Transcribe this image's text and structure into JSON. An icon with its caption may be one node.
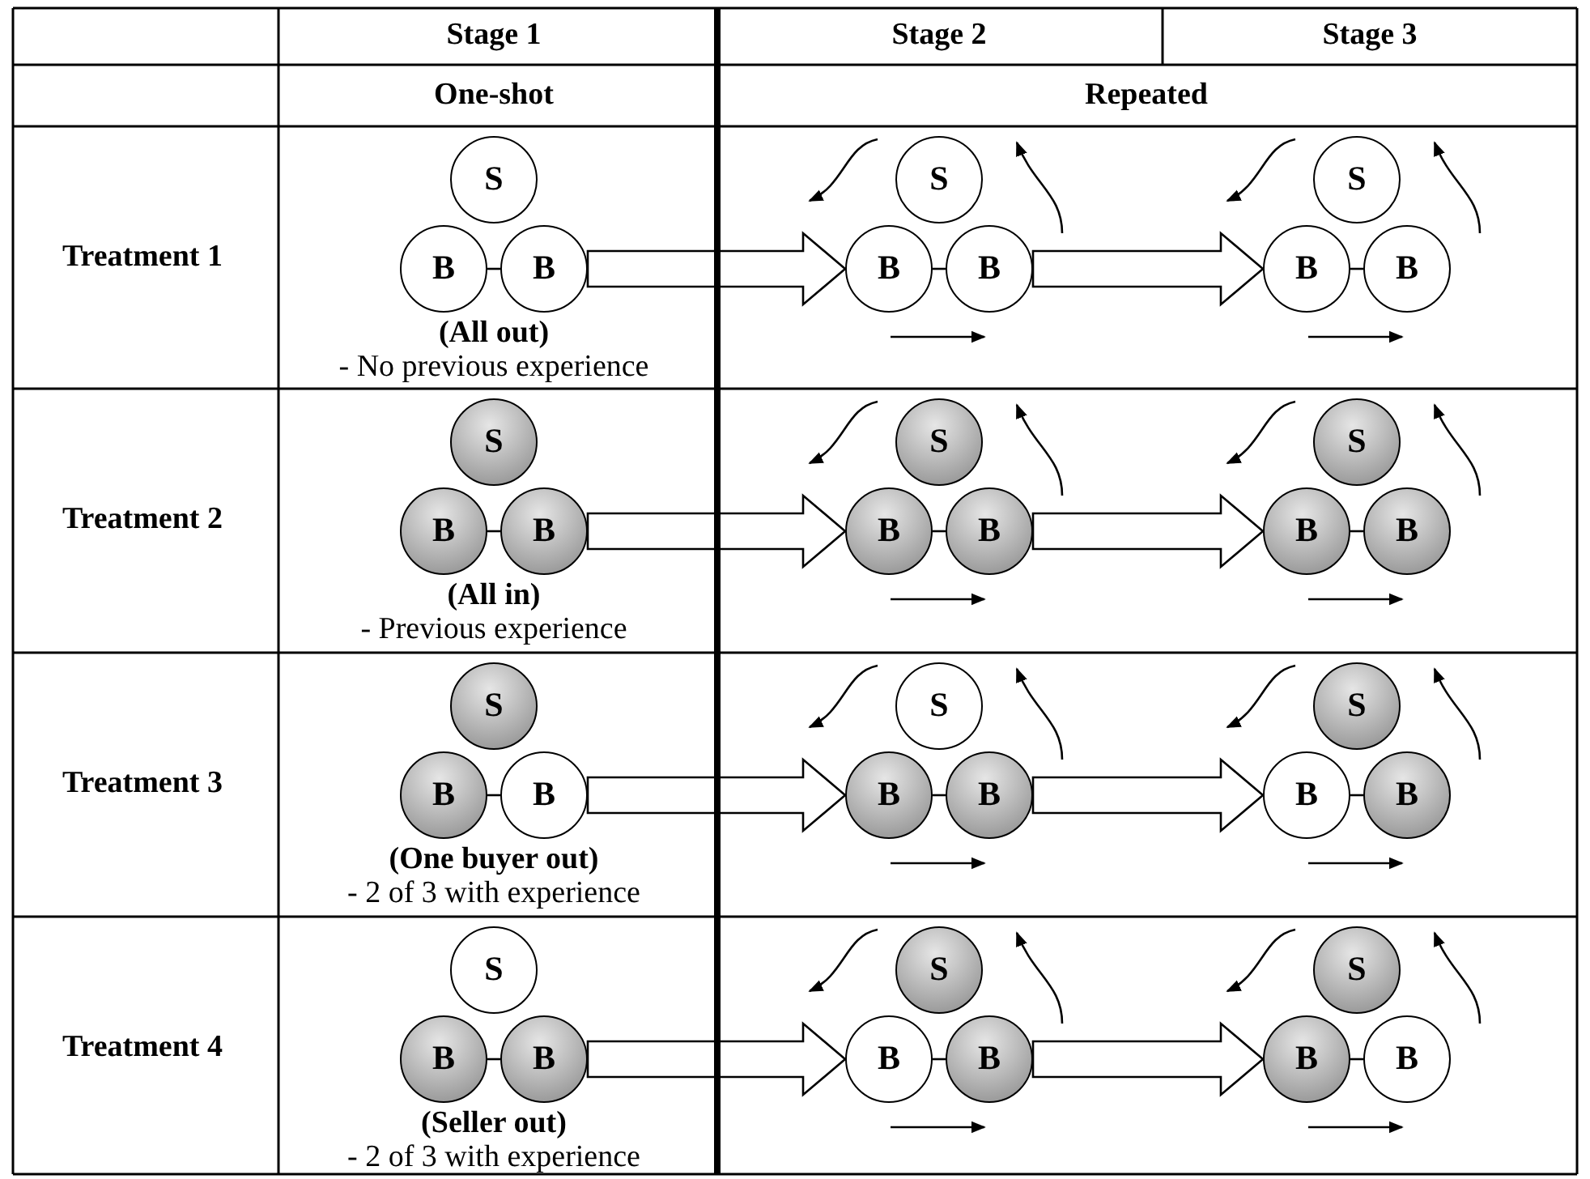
{
  "diagram": {
    "nodes": [
      {
        "text": [
          "S"
        ]
      },
      {
        "text": [
          "B"
        ]
      },
      {
        "text": [
          "B"
        ]
      },
      {
        "text": [
          "S"
        ]
      },
      {
        "text": [
          "B"
        ]
      },
      {
        "text": [
          "B"
        ]
      },
      {
        "text": [
          "S"
        ]
      },
      {
        "text": [
          "B"
        ]
      },
      {
        "text": [
          "B"
        ]
      },
      {
        "text": [
          "S"
        ]
      },
      {
        "text": [
          "B"
        ]
      },
      {
        "text": [
          "B"
        ]
      },
      {
        "text": [
          "S"
        ]
      },
      {
        "text": [
          "B"
        ]
      },
      {
        "text": [
          "B"
        ]
      },
      {
        "text": [
          "S"
        ]
      },
      {
        "text": [
          "B"
        ]
      },
      {
        "text": [
          "B"
        ]
      },
      {
        "text": [
          "S"
        ]
      },
      {
        "text": [
          "B"
        ]
      },
      {
        "text": [
          "B"
        ]
      },
      {
        "text": [
          "S"
        ]
      },
      {
        "text": [
          "B"
        ]
      },
      {
        "text": [
          "B"
        ]
      },
      {
        "text": [
          "S"
        ]
      },
      {
        "text": [
          "B"
        ]
      },
      {
        "text": [
          "B"
        ]
      },
      {
        "text": [
          "S"
        ]
      },
      {
        "text": [
          "B"
        ]
      },
      {
        "text": [
          "B"
        ]
      },
      {
        "text": [
          "S"
        ]
      },
      {
        "text": [
          "B"
        ]
      },
      {
        "text": [
          "B"
        ]
      },
      {
        "text": [
          "S"
        ]
      },
      {
        "text": [
          "B"
        ]
      },
      {
        "text": [
          "B"
        ]
      }
    ],
    "edges": [
      {
        "from": 1,
        "to": 2,
        "arrow": "none"
      },
      {
        "from": 2,
        "to": 4,
        "arrow": "to",
        "style": "thick"
      },
      {
        "from": 4,
        "to": 5,
        "arrow": "none"
      },
      {
        "from": 5,
        "to": 7,
        "arrow": "to",
        "style": "thick"
      },
      {
        "from": 7,
        "to": 8,
        "arrow": "none"
      },
      {
        "from": 10,
        "to": 11,
        "arrow": "none"
      },
      {
        "from": 11,
        "to": 13,
        "arrow": "to",
        "style": "thick"
      },
      {
        "from": 13,
        "to": 14,
        "arrow": "none"
      },
      {
        "from": 14,
        "to": 16,
        "arrow": "to",
        "style": "thick"
      },
      {
        "from": 16,
        "to": 17,
        "arrow": "none"
      },
      {
        "from": 19,
        "to": 20,
        "arrow": "none"
      },
      {
        "from": 20,
        "to": 22,
        "arrow": "to",
        "style": "thick"
      },
      {
        "from": 22,
        "to": 23,
        "arrow": "none"
      },
      {
        "from": 23,
        "to": 25,
        "arrow": "to",
        "style": "thick"
      },
      {
        "from": 25,
        "to": 26,
        "arrow": "none"
      },
      {
        "from": 28,
        "to": 29,
        "arrow": "none"
      },
      {
        "from": 29,
        "to": 31,
        "arrow": "to",
        "style": "thick"
      },
      {
        "from": 31,
        "to": 32,
        "arrow": "none"
      },
      {
        "from": 32,
        "to": 34,
        "arrow": "to",
        "style": "thick"
      },
      {
        "from": 34,
        "to": 35,
        "arrow": "none"
      }
    ],
    "labels": [
      "Stage 1",
      "Stage 2",
      "Stage 3",
      "One-shot",
      "Repeated",
      "Treatment 1",
      "(All out)",
      "- No previous experience",
      "Treatment 2",
      "(All in)",
      "- Previous experience",
      "Treatment 3",
      "(One buyer out)",
      "- 2 of 3 with experience",
      "Treatment 4",
      "(Seller out)",
      "- 2 of 3 with experience"
    ]
  }
}
